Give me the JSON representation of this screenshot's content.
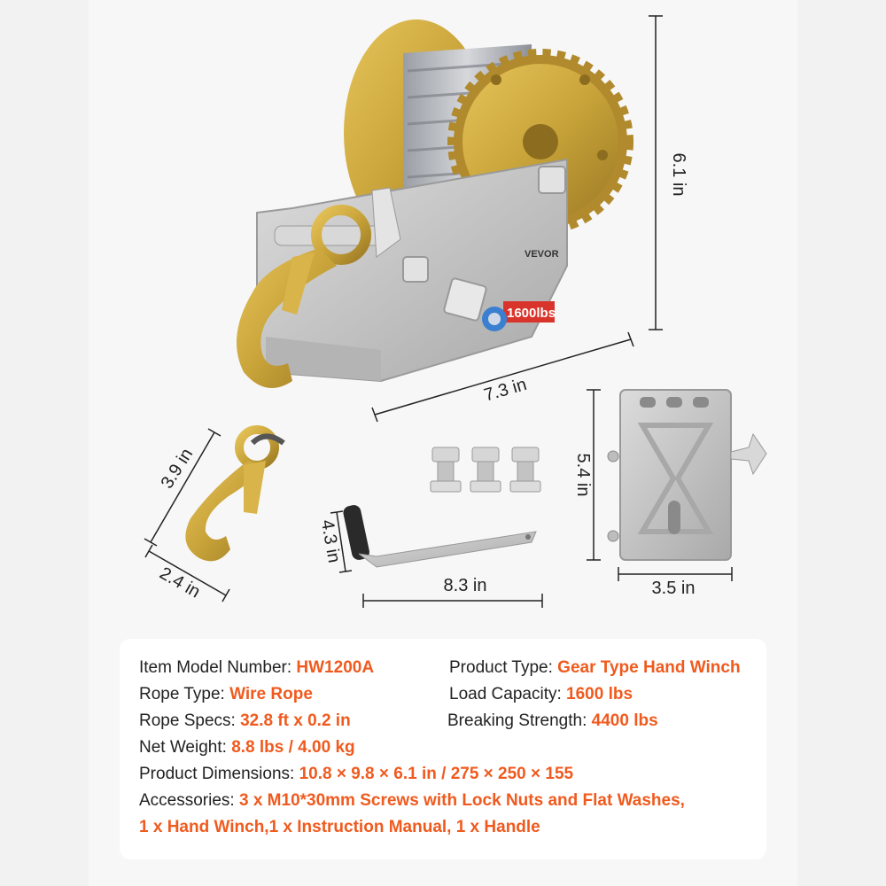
{
  "dimensions": {
    "winch_height": "6.1 in",
    "winch_width": "7.3 in",
    "hook_height": "3.9 in",
    "hook_width": "2.4 in",
    "handle_height": "4.3 in",
    "handle_length": "8.3 in",
    "plate_height": "5.4 in",
    "plate_width": "3.5 in"
  },
  "product_marks": {
    "brand": "VEVOR",
    "capacity_label": "1600lbs"
  },
  "specs": {
    "model": {
      "label": "Item Model Number:",
      "value": "HW1200A"
    },
    "product_type": {
      "label": "Product Type:",
      "value": "Gear Type Hand Winch"
    },
    "rope_type": {
      "label": "Rope Type:",
      "value": "Wire Rope"
    },
    "load_capacity": {
      "label": "Load Capacity:",
      "value": "1600 lbs"
    },
    "rope_specs": {
      "label": "Rope Specs:",
      "value": "32.8 ft x 0.2 in"
    },
    "breaking_strength": {
      "label": "Breaking Strength:",
      "value": "4400 lbs"
    },
    "net_weight": {
      "label": "Net Weight:",
      "value": "8.8 lbs / 4.00 kg"
    },
    "product_dimensions": {
      "label": "Product Dimensions:",
      "value": "10.8 × 9.8 × 6.1 in / 275 × 250 × 155"
    },
    "accessories": {
      "label": "Accessories:",
      "value_line1": "3 x M10*30mm Screws with Lock Nuts and Flat Washes,",
      "value_line2": "1 x Hand Winch,1 x Instruction Manual, 1 x Handle"
    }
  },
  "colors": {
    "accent": "#f05a1e",
    "gold": "#c9a43a",
    "steel": "#c8c8c8",
    "card": "#ffffff"
  }
}
